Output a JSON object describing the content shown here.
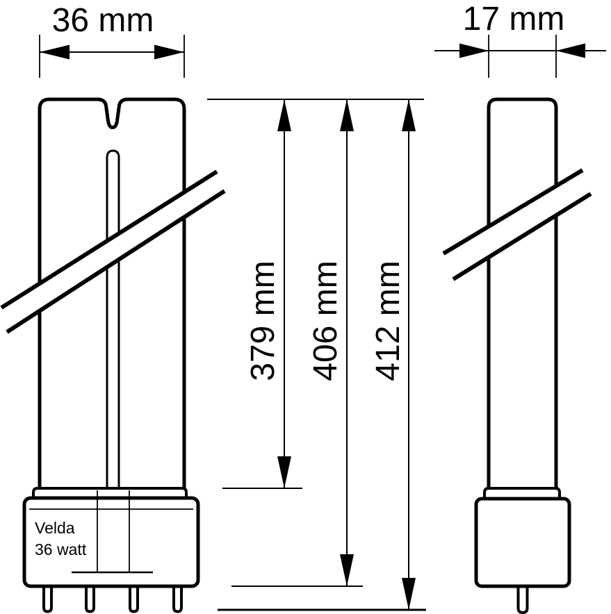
{
  "drawing": {
    "background_color": "#ffffff",
    "line_color": "#000000",
    "views": {
      "front": {
        "width_label": "36 mm",
        "brand": "Velda",
        "wattage": "36 watt",
        "pin_count": 4
      },
      "side": {
        "width_label": "17 mm",
        "pin_count": 1
      }
    },
    "length_dimensions": [
      {
        "label": "379 mm"
      },
      {
        "label": "406 mm"
      },
      {
        "label": "412 mm"
      }
    ]
  }
}
